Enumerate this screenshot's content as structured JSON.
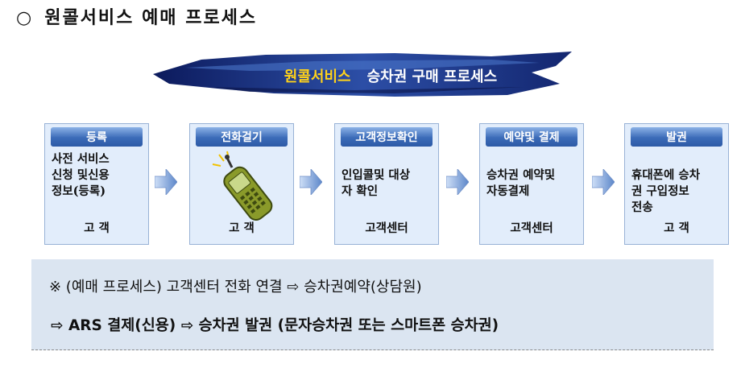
{
  "heading": {
    "bullet": "○",
    "text": "원콜서비스 예매 프로세스"
  },
  "banner": {
    "part1": "원콜서비스",
    "part2": "승차권 구매 프로세스"
  },
  "steps": [
    {
      "title": "등록",
      "body": [
        "사전 서비스",
        "신청 및신용",
        "정보(등록)"
      ],
      "footer": "고 객"
    },
    {
      "title": "전화걸기",
      "footer": "고 객"
    },
    {
      "title": "고객정보확인",
      "body": [
        "인입콜및 대상",
        "자 확인"
      ],
      "footer": "고객센터"
    },
    {
      "title": "예약및 결제",
      "body": [
        "승차권 예약및",
        "자동결제"
      ],
      "footer": "고객센터"
    },
    {
      "title": "발권",
      "body": [
        "휴대폰에 승차",
        "권 구입정보",
        "전송"
      ],
      "footer": "고 객"
    }
  ],
  "note": {
    "line1": "※ (예매 프로세스) 고객센터 전화 연결 ⇨ 승차권예약(상담원)",
    "line2": "⇨ ARS 결제(신용) ⇨ 승차권 발권 (문자승차권 또는 스마트폰 승차권)"
  },
  "colors": {
    "step_header": "#3b6bb8",
    "step_bg": "#e2edfb",
    "banner_brush": "#1f3b86",
    "banner_accent": "#ffd21a",
    "note_bg": "#dbe5f1"
  }
}
